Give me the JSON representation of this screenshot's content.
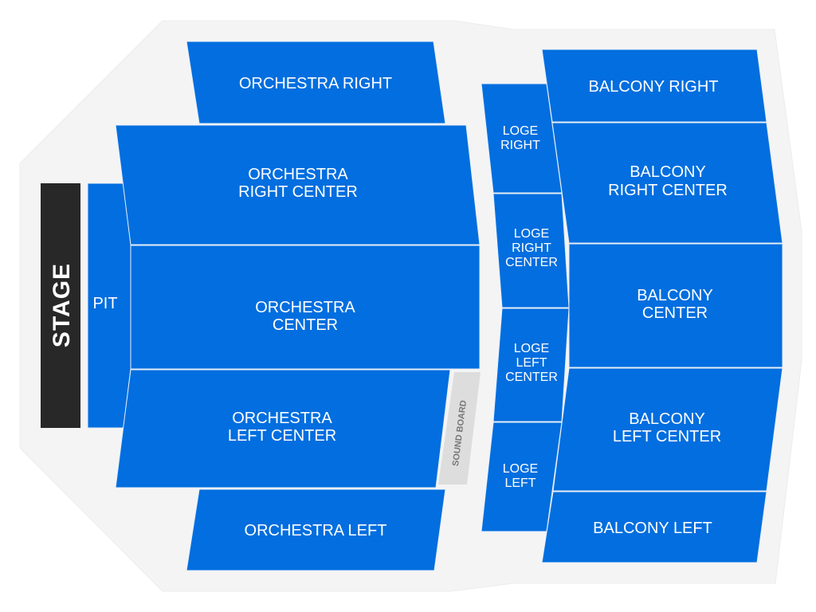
{
  "colors": {
    "section": "#026edf",
    "floor": "#f4f4f4",
    "stage": "#282828",
    "sound_board": "#dddddd"
  },
  "stage": {
    "label": "STAGE"
  },
  "sound_board": {
    "label": "SOUND BOARD"
  },
  "sections": {
    "pit": {
      "lines": [
        "PIT"
      ]
    },
    "orchestra_right": {
      "lines": [
        "ORCHESTRA RIGHT"
      ]
    },
    "orchestra_right_center": {
      "lines": [
        "ORCHESTRA",
        "RIGHT CENTER"
      ]
    },
    "orchestra_center": {
      "lines": [
        "ORCHESTRA",
        "CENTER"
      ]
    },
    "orchestra_left_center": {
      "lines": [
        "ORCHESTRA",
        "LEFT CENTER"
      ]
    },
    "orchestra_left": {
      "lines": [
        "ORCHESTRA LEFT"
      ]
    },
    "loge_right": {
      "lines": [
        "LOGE",
        "RIGHT"
      ]
    },
    "loge_right_center": {
      "lines": [
        "LOGE",
        "RIGHT",
        "CENTER"
      ]
    },
    "loge_left_center": {
      "lines": [
        "LOGE",
        "LEFT",
        "CENTER"
      ]
    },
    "loge_left": {
      "lines": [
        "LOGE",
        "LEFT"
      ]
    },
    "balcony_right": {
      "lines": [
        "BALCONY RIGHT"
      ]
    },
    "balcony_right_center": {
      "lines": [
        "BALCONY",
        "RIGHT CENTER"
      ]
    },
    "balcony_center": {
      "lines": [
        "BALCONY",
        "CENTER"
      ]
    },
    "balcony_left_center": {
      "lines": [
        "BALCONY",
        "LEFT CENTER"
      ]
    },
    "balcony_left": {
      "lines": [
        "BALCONY LEFT"
      ]
    }
  }
}
